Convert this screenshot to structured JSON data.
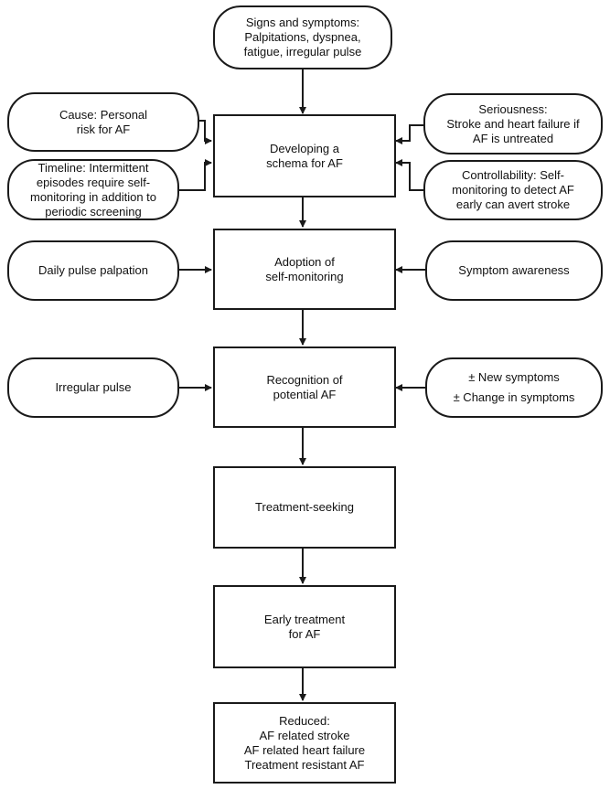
{
  "nodes": {
    "signs_symptoms": "Signs and symptoms:\nPalpitations, dyspnea,\nfatigue, irregular pulse",
    "cause": "Cause: Personal\nrisk for AF",
    "timeline": "Timeline: Intermittent\nepisodes require self-\nmonitoring in addition to\nperiodic screening",
    "developing_schema": "Developing a\nschema for AF",
    "seriousness": "Seriousness:\nStroke and heart failure if\nAF is untreated",
    "controllability": "Controllability: Self-\nmonitoring to detect AF\nearly can avert stroke",
    "daily_pulse": "Daily pulse palpation",
    "adoption": "Adoption of\nself-monitoring",
    "symptom_awareness": "Symptom awareness",
    "irregular_pulse": "Irregular pulse",
    "recognition": "Recognition of\npotential AF",
    "new_symptoms": "± New symptoms\n± Change in symptoms",
    "treatment_seeking": "Treatment-seeking",
    "early_treatment": "Early treatment\nfor AF",
    "reduced": "Reduced:\nAF related stroke\nAF related heart failure\nTreatment resistant AF"
  },
  "colors": {
    "line": "#1a1a1a",
    "background": "#ffffff",
    "text": "#111111"
  }
}
